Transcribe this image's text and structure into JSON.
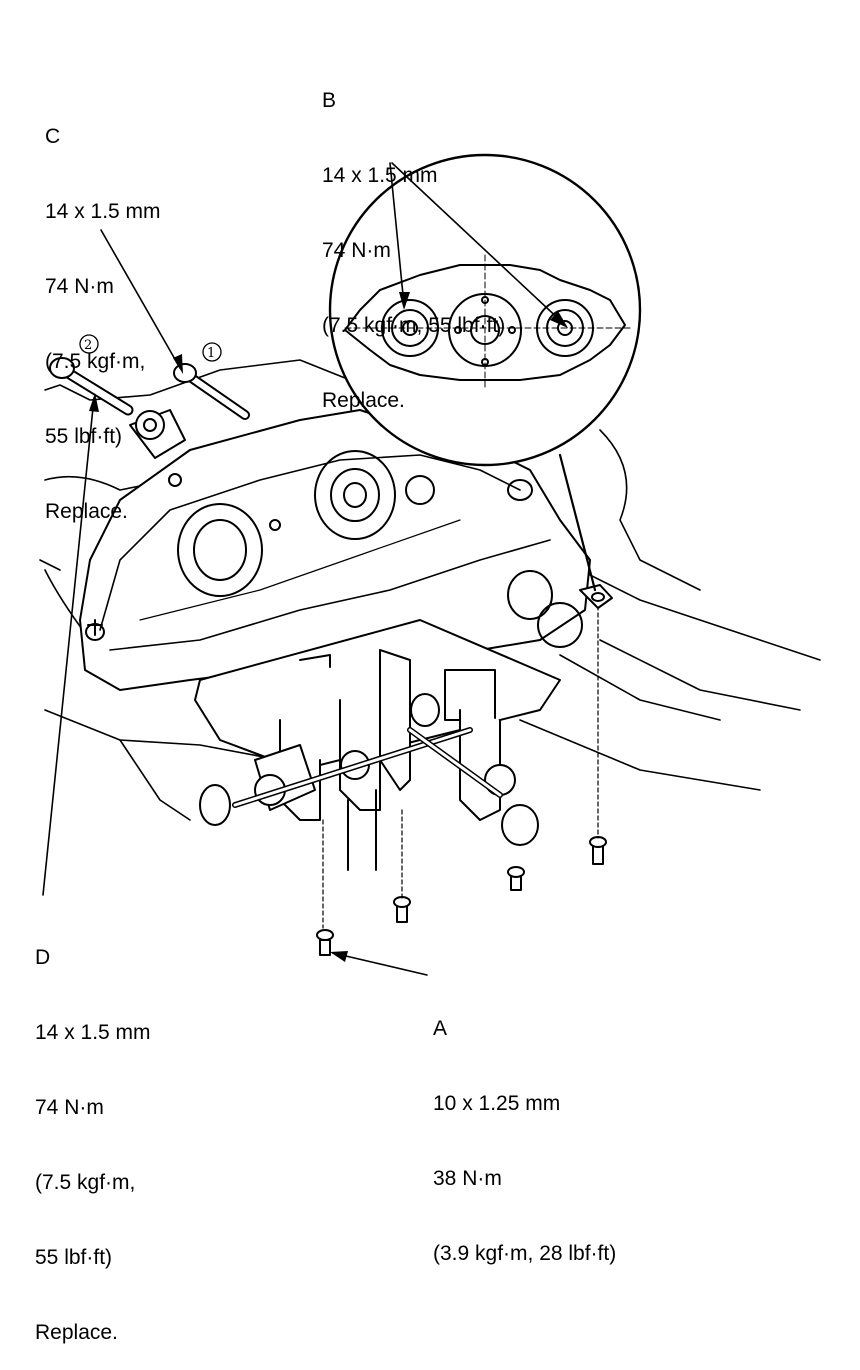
{
  "callouts": {
    "a": {
      "letter": "A",
      "size": "10 x 1.25 mm",
      "torque_nm": "38 N·m",
      "torque_alt": "(3.9 kgf·m, 28 lbf·ft)"
    },
    "b": {
      "letter": "B",
      "size": "14 x 1.5 mm",
      "torque_nm": "74 N·m",
      "torque_alt": "(7.5 kgf·m, 55 lbf·ft)",
      "note": "Replace."
    },
    "c": {
      "letter": "C",
      "size": "14 x 1.5 mm",
      "torque_nm": "74 N·m",
      "torque_alt_1": "(7.5 kgf·m,",
      "torque_alt_2": "55 lbf·ft)",
      "note": "Replace."
    },
    "d": {
      "letter": "D",
      "size": "14 x 1.5 mm",
      "torque_nm": "74 N·m",
      "torque_alt_1": "(7.5 kgf·m,",
      "torque_alt_2": "55 lbf·ft)",
      "note": "Replace."
    }
  },
  "sequence_marks": {
    "first": "1",
    "second": "2"
  }
}
